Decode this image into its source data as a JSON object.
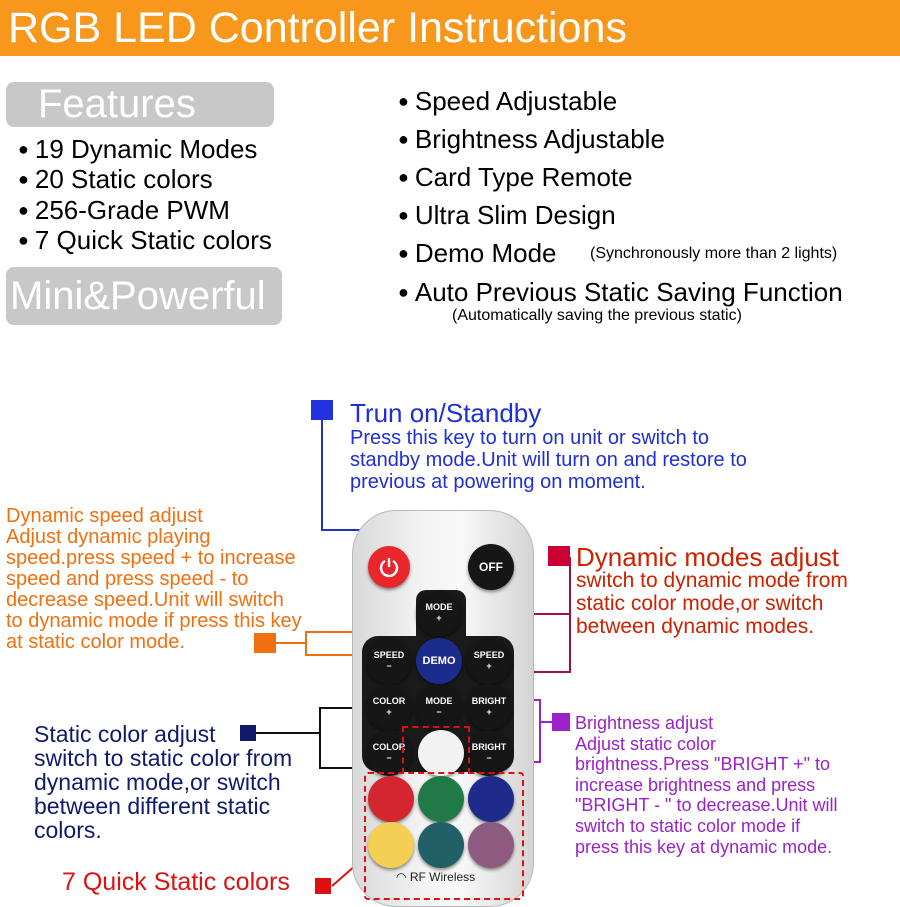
{
  "header": {
    "title": "RGB LED Controller Instructions"
  },
  "features_label": "Features",
  "mini_label": "Mini&Powerful",
  "features_left": [
    "19 Dynamic Modes",
    "20 Static colors",
    "256-Grade PWM",
    "7 Quick Static colors"
  ],
  "features_right": [
    "Speed Adjustable",
    "Brightness Adjustable",
    "Card Type Remote",
    "Ultra Slim Design",
    "Demo Mode",
    "Auto Previous Static Saving Function"
  ],
  "demo_note": "(Synchronously more than 2 lights)",
  "auto_note": "(Automatically saving the previous static)",
  "callouts": {
    "power": {
      "title": "Trun on/Standby",
      "lines": [
        "Press this key to turn on unit or switch to",
        "standby mode.Unit will turn on and restore to",
        "previous at powering on moment."
      ]
    },
    "speed": {
      "title": "Dynamic speed adjust",
      "lines": [
        "Adjust dynamic playing",
        "speed.press speed + to increase",
        "speed and press speed - to",
        "decrease speed.Unit will switch",
        "to dynamic mode if press this key",
        "at static color mode."
      ]
    },
    "modes": {
      "title": "Dynamic modes adjust",
      "lines": [
        "switch to dynamic mode from",
        "static color mode,or switch",
        "between dynamic modes."
      ]
    },
    "static": {
      "title": "Static color adjust",
      "lines": [
        "switch to static color from",
        "dynamic mode,or switch",
        "between different static",
        "colors."
      ]
    },
    "bright": {
      "title": "Brightness adjust",
      "lines": [
        "Adjust static color",
        "brightness.Press \"BRIGHT +\" to",
        "increase brightness and press",
        "\"BRIGHT - \" to decrease.Unit will",
        "switch to static color mode if",
        "press this key at dynamic mode."
      ]
    },
    "quick": {
      "title": "7 Quick Static colors"
    }
  },
  "remote": {
    "off": "OFF",
    "mode_plus": [
      "MODE",
      "+"
    ],
    "speed_minus": [
      "SPEED",
      "−"
    ],
    "demo": "DEMO",
    "speed_plus": [
      "SPEED",
      "+"
    ],
    "color_plus": [
      "COLOR",
      "+"
    ],
    "mode_minus": [
      "MODE",
      "−"
    ],
    "bright_plus": [
      "BRIGHT",
      "+"
    ],
    "color_minus": [
      "COLOR",
      "−"
    ],
    "bright_minus": [
      "BRIGHT",
      "−"
    ],
    "brand": "RF Wireless"
  },
  "colors": {
    "header": "#f7981d",
    "power_button": "#e8262b",
    "demo_button": "#1c2c8c",
    "swatch_white": "#f2f2f2",
    "swatch_red": "#d3262e",
    "swatch_green": "#1f7a47",
    "swatch_blue": "#1e2b8a",
    "swatch_yellow": "#f4cf54",
    "swatch_teal": "#216066",
    "swatch_purple": "#8d5a80"
  }
}
